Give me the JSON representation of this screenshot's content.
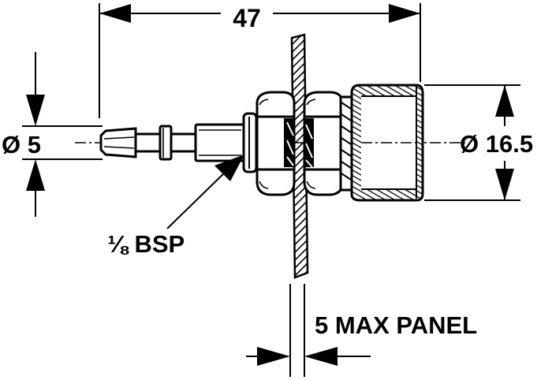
{
  "dimensions": {
    "overall_length": "47",
    "pin_diameter": "Ø 5",
    "body_diameter": "Ø 16.5",
    "thread_note": "⅛ BSP",
    "panel_note": "5 MAX PANEL"
  },
  "colors": {
    "ink": "#000000",
    "paper": "#ffffff"
  }
}
